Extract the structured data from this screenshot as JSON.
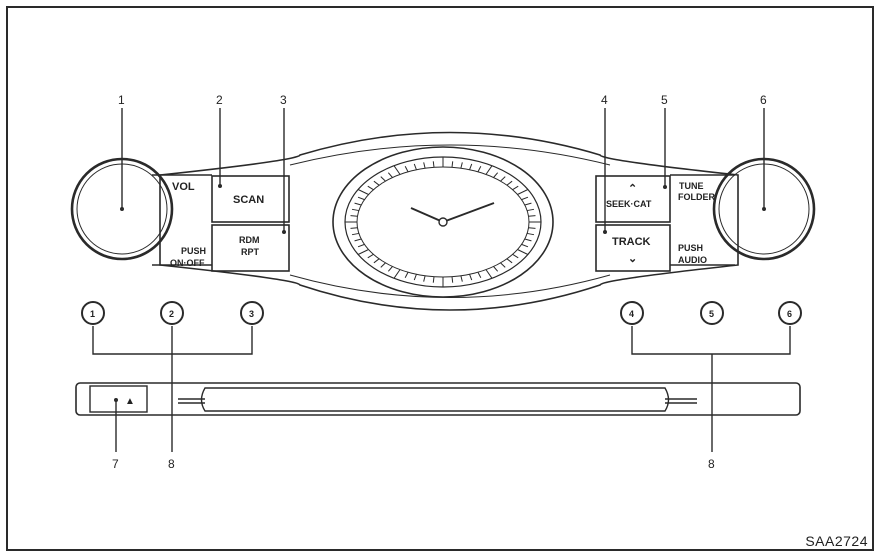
{
  "callouts": [
    "1",
    "2",
    "3",
    "4",
    "5",
    "6",
    "7",
    "8",
    "8"
  ],
  "buttons": {
    "vol": "VOL",
    "scan": "SCAN",
    "rdm": "RDM",
    "rpt": "RPT",
    "push": "PUSH",
    "on_off": "ON·OFF",
    "seek_cat": "SEEK·CAT",
    "track": "TRACK",
    "tune": "TUNE",
    "folder": "FOLDER",
    "push_r": "PUSH",
    "audio": "AUDIO",
    "eject": "▲"
  },
  "presets": [
    "1",
    "2",
    "3",
    "4",
    "5",
    "6"
  ],
  "figure_id": "SAA2724",
  "colors": {
    "line": "#2a2a2a",
    "background": "#ffffff"
  }
}
